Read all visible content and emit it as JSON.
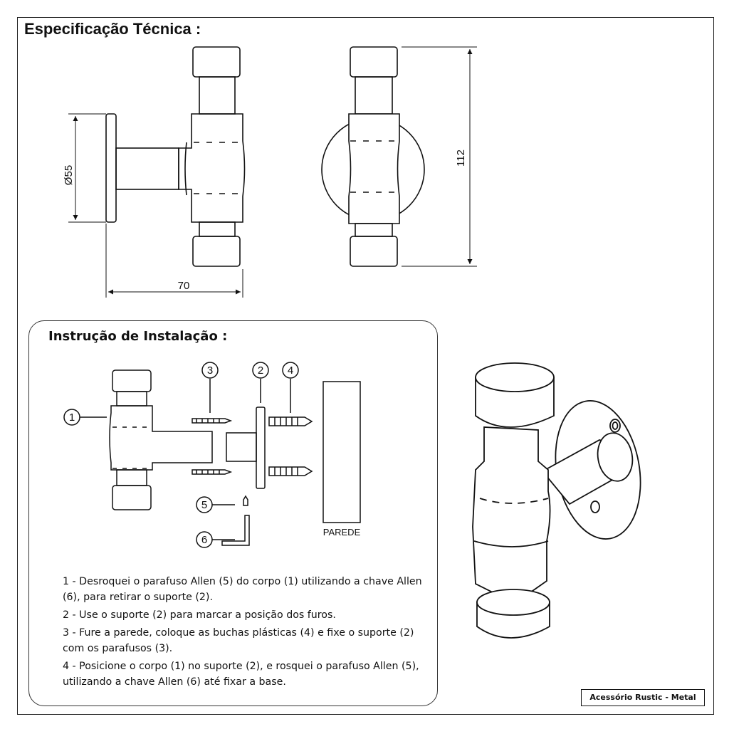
{
  "header": {
    "title": "Especificação Técnica :"
  },
  "dimensions": {
    "diameter": "55",
    "depth": "70",
    "height": "112"
  },
  "installation": {
    "title": "Instrução de Instalação :",
    "callouts": [
      "1",
      "2",
      "3",
      "4",
      "5",
      "6"
    ],
    "wall_label": "PAREDE",
    "steps": [
      "1 - Desroquei o parafuso Allen (5) do corpo (1) utilizando a chave Allen (6), para retirar o suporte (2).",
      "2 - Use o suporte (2) para marcar a posição dos furos.",
      "3 - Fure a parede, coloque as buchas plásticas (4) e fixe o suporte (2) com os parafusos (3).",
      "4 - Posicione o corpo (1) no suporte (2), e rosquei o parafuso Allen (5), utilizando a chave Allen (6) até fixar a base."
    ]
  },
  "footer": {
    "tag": "Acessório Rustic - Metal"
  }
}
